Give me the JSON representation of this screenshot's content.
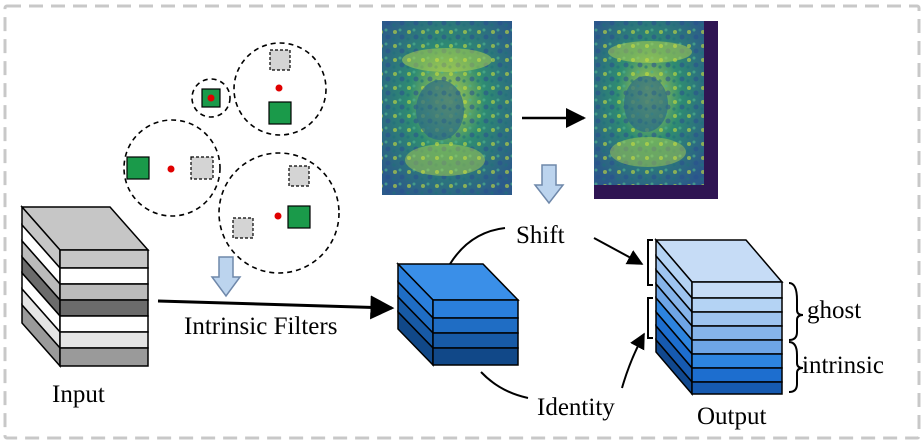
{
  "labels": {
    "input": "Input",
    "intrinsic_filters": "Intrinsic Filters",
    "shift": "Shift",
    "identity": "Identity",
    "output": "Output",
    "ghost": "ghost",
    "intrinsic": "intrinsic"
  },
  "colors": {
    "border_dash": "#c8c8c8",
    "green_square": "#1a9a4a",
    "gray_square": "#d4d4d4",
    "center_dot": "#e00000",
    "down_arrow_fill": "#bcd4ee",
    "down_arrow_stroke": "#6f88aa",
    "blue_block_top": "#3a8fe8",
    "blue_block_layers": [
      "#2a7fdc",
      "#1f6dc4",
      "#175aa6",
      "#114888"
    ],
    "output_top": "#c6dcf6",
    "output_layers": [
      "#b4d3f4",
      "#9ec4f0",
      "#86b4ea",
      "#6ea5e6",
      "#2d84df",
      "#1d6ecf",
      "#165ab0",
      "#11488e"
    ],
    "input_top": "#c6c6c6",
    "input_layers": [
      "#ffffff",
      "#bbbbbb",
      "#6b6b6b",
      "#ffffff",
      "#e4e4e4",
      "#9a9a9a"
    ],
    "image_fill": "#2e8c72",
    "image_shift_band": "#2f1553"
  }
}
